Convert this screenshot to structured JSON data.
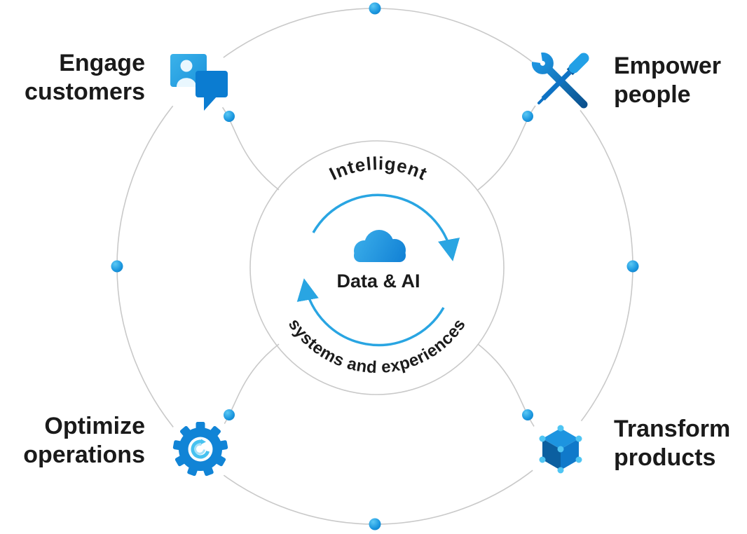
{
  "center": {
    "arc_top": "Intelligent",
    "arc_bottom": "systems and experiences",
    "label": "Data & AI",
    "icon": "cloud-icon"
  },
  "nodes": [
    {
      "id": "engage-customers",
      "line1": "Engage",
      "line2": "customers",
      "icon": "chat-bubbles-icon",
      "position": "top-left"
    },
    {
      "id": "empower-people",
      "line1": "Empower",
      "line2": "people",
      "icon": "wrench-screwdriver-icon",
      "position": "top-right"
    },
    {
      "id": "optimize-operations",
      "line1": "Optimize",
      "line2": "operations",
      "icon": "gear-sync-icon",
      "position": "bottom-left"
    },
    {
      "id": "transform-products",
      "line1": "Transform",
      "line2": "products",
      "icon": "cube-network-icon",
      "position": "bottom-right"
    }
  ],
  "colors": {
    "accent_blue": "#29A5E2",
    "icon_blue": "#1287D8",
    "icon_dark_blue": "#0B5FA0",
    "icon_cyan": "#4FC5F3",
    "dot_blue": "#1E9BE2",
    "text_dark": "#1B1B1B",
    "line_gray": "#C9C9C9"
  }
}
